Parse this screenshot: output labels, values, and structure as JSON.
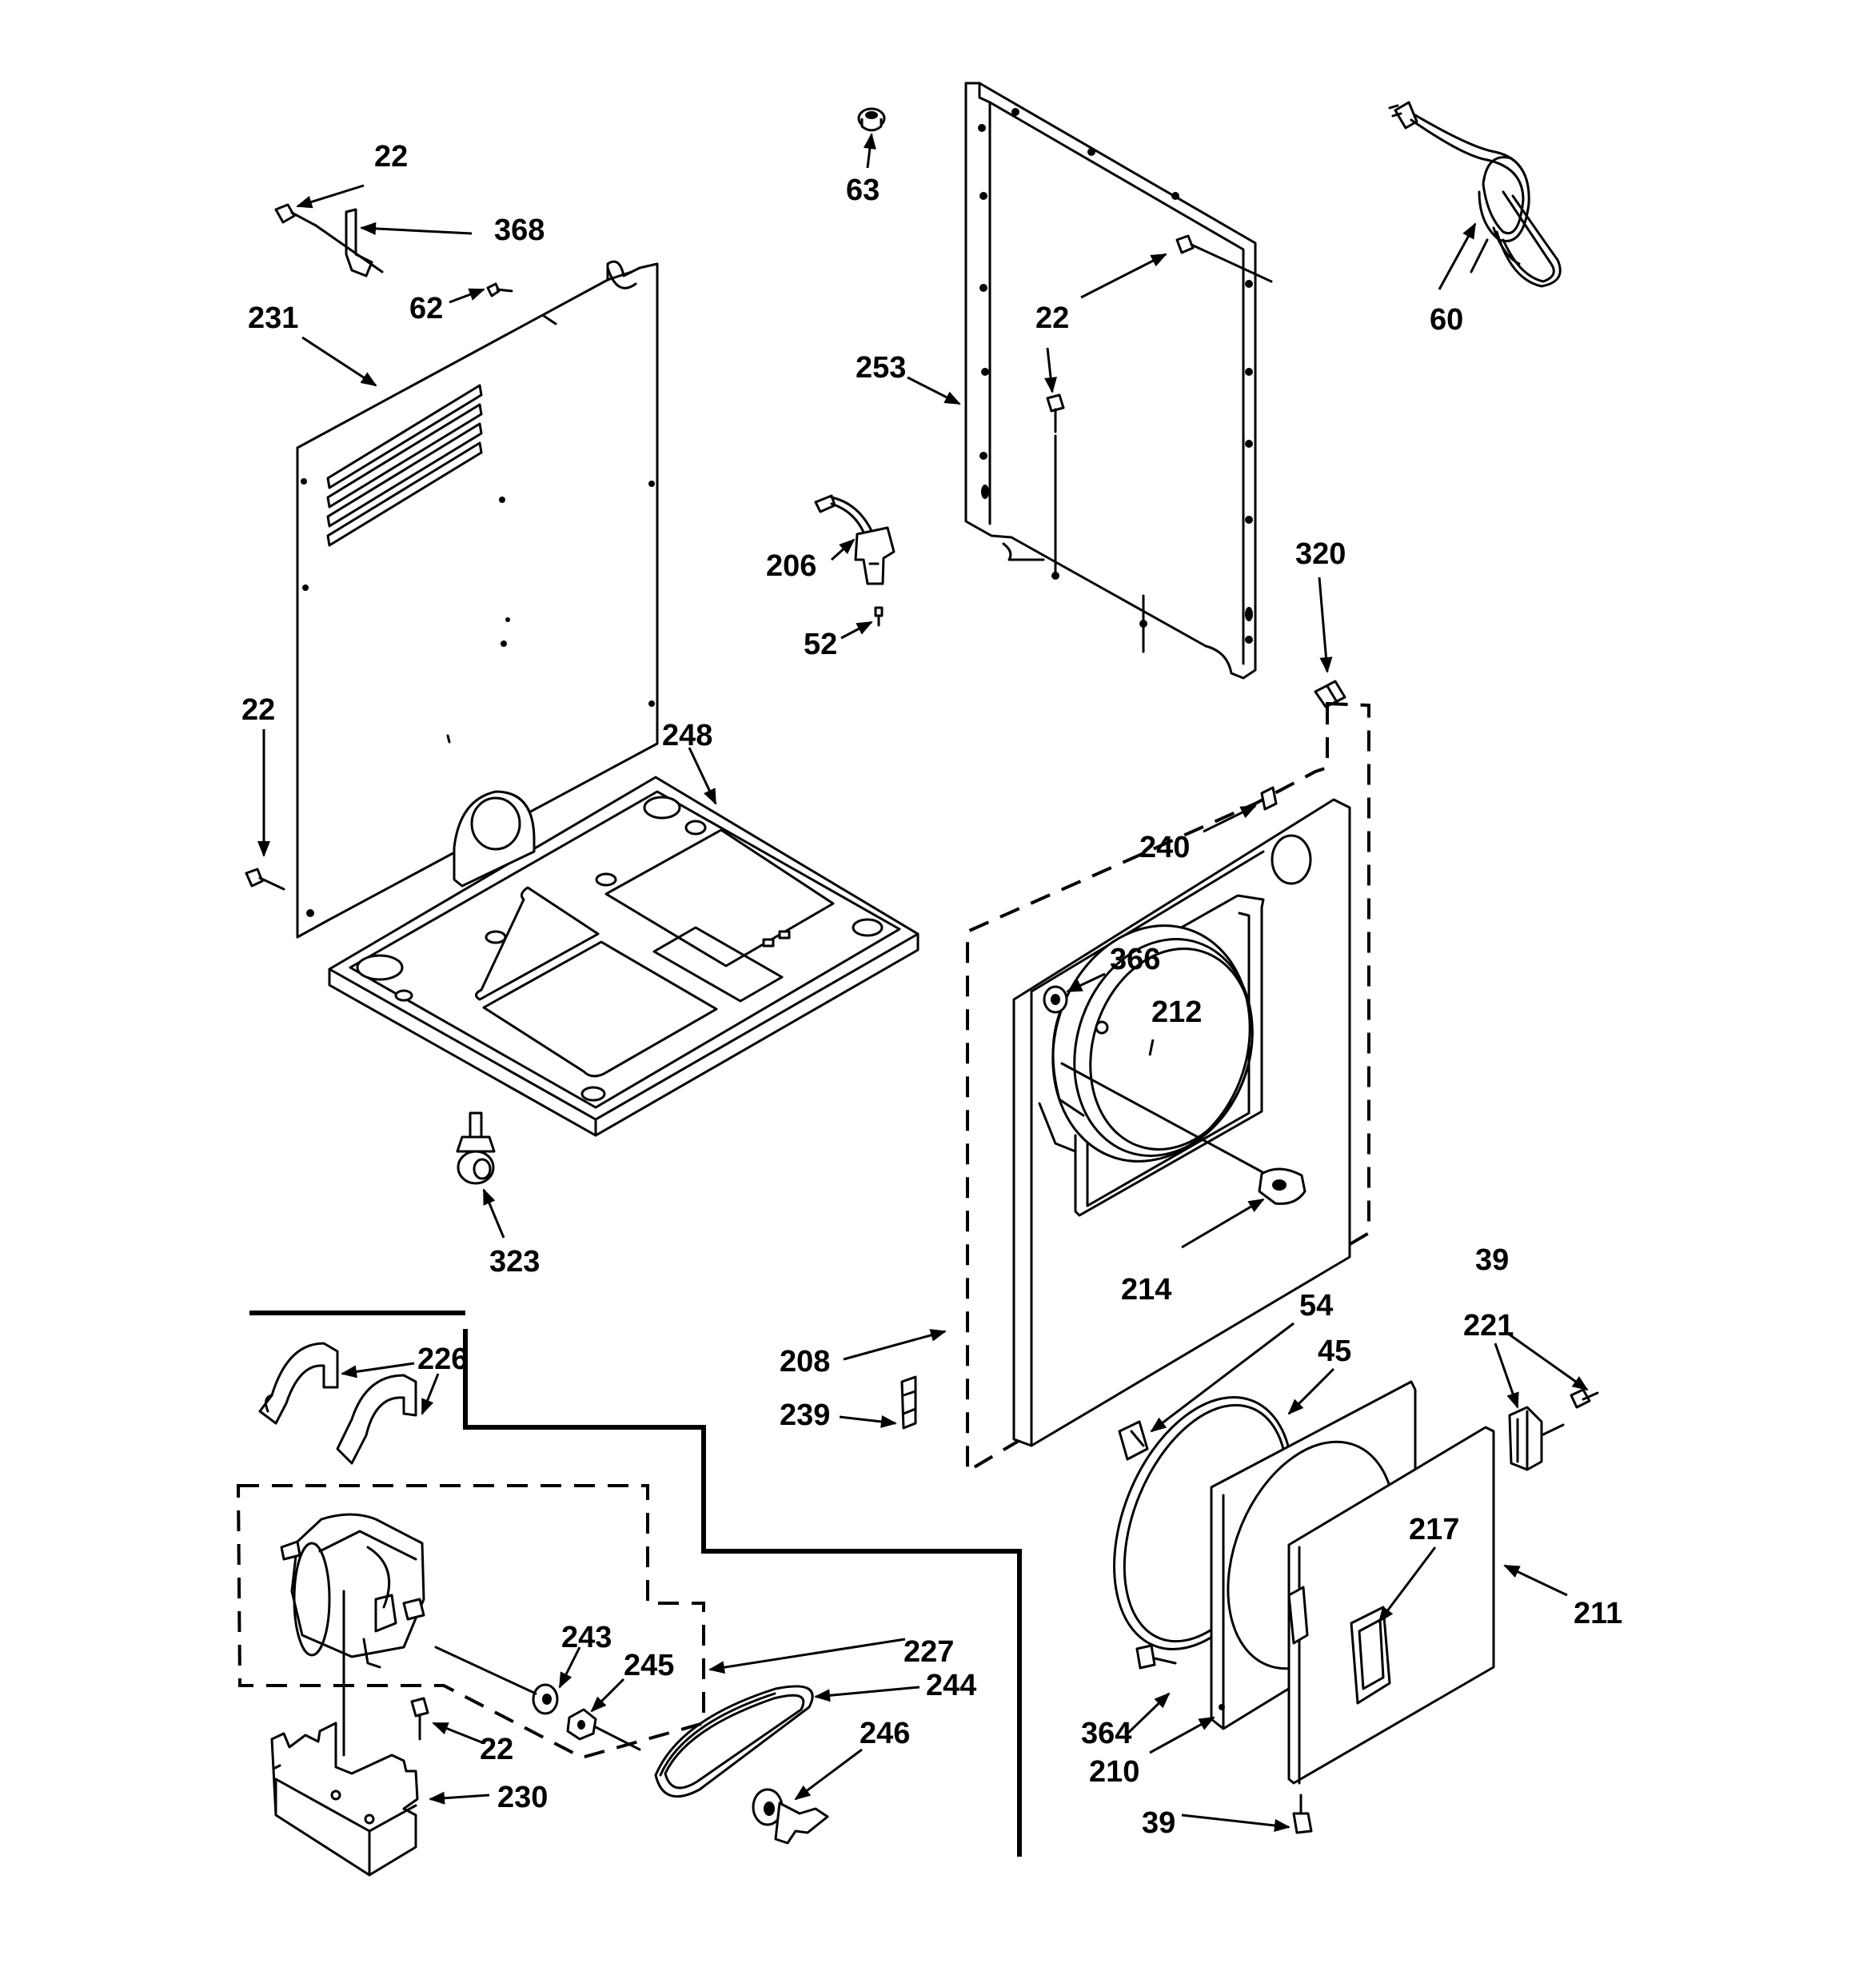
{
  "callouts": [
    {
      "id": "c1",
      "text": "22"
    },
    {
      "id": "c2",
      "text": "368"
    },
    {
      "id": "c3",
      "text": "62"
    },
    {
      "id": "c4",
      "text": "231"
    },
    {
      "id": "c5",
      "text": "22"
    },
    {
      "id": "c6",
      "text": "248"
    },
    {
      "id": "c7",
      "text": "323"
    },
    {
      "id": "c8",
      "text": "63"
    },
    {
      "id": "c9",
      "text": "253"
    },
    {
      "id": "c10",
      "text": "22"
    },
    {
      "id": "c11",
      "text": "206"
    },
    {
      "id": "c12",
      "text": "52"
    },
    {
      "id": "c13",
      "text": "60"
    },
    {
      "id": "c14",
      "text": "320"
    },
    {
      "id": "c15",
      "text": "240"
    },
    {
      "id": "c16",
      "text": "366"
    },
    {
      "id": "c17",
      "text": "212"
    },
    {
      "id": "c18",
      "text": "214"
    },
    {
      "id": "c19",
      "text": "208"
    },
    {
      "id": "c20",
      "text": "239"
    },
    {
      "id": "c21",
      "text": "54"
    },
    {
      "id": "c22",
      "text": "45"
    },
    {
      "id": "c23",
      "text": "39"
    },
    {
      "id": "c24",
      "text": "221"
    },
    {
      "id": "c25",
      "text": "217"
    },
    {
      "id": "c26",
      "text": "211"
    },
    {
      "id": "c27",
      "text": "364"
    },
    {
      "id": "c28",
      "text": "210"
    },
    {
      "id": "c29",
      "text": "39"
    },
    {
      "id": "c30",
      "text": "226"
    },
    {
      "id": "c31",
      "text": "243"
    },
    {
      "id": "c32",
      "text": "245"
    },
    {
      "id": "c33",
      "text": "227"
    },
    {
      "id": "c34",
      "text": "244"
    },
    {
      "id": "c35",
      "text": "246"
    },
    {
      "id": "c36",
      "text": "22"
    },
    {
      "id": "c37",
      "text": "230"
    }
  ]
}
